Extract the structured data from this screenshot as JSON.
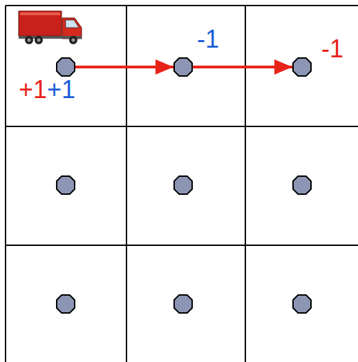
{
  "diagram": {
    "nodes": [
      {
        "text": [
          "+1",
          "+1"
        ]
      },
      {
        "text": [
          "-1"
        ]
      },
      {
        "text": [
          "-1"
        ]
      }
    ],
    "edges": [
      {
        "from": 0,
        "to": 1,
        "arrow": "to"
      },
      {
        "from": 1,
        "to": 2,
        "arrow": "to"
      }
    ]
  }
}
